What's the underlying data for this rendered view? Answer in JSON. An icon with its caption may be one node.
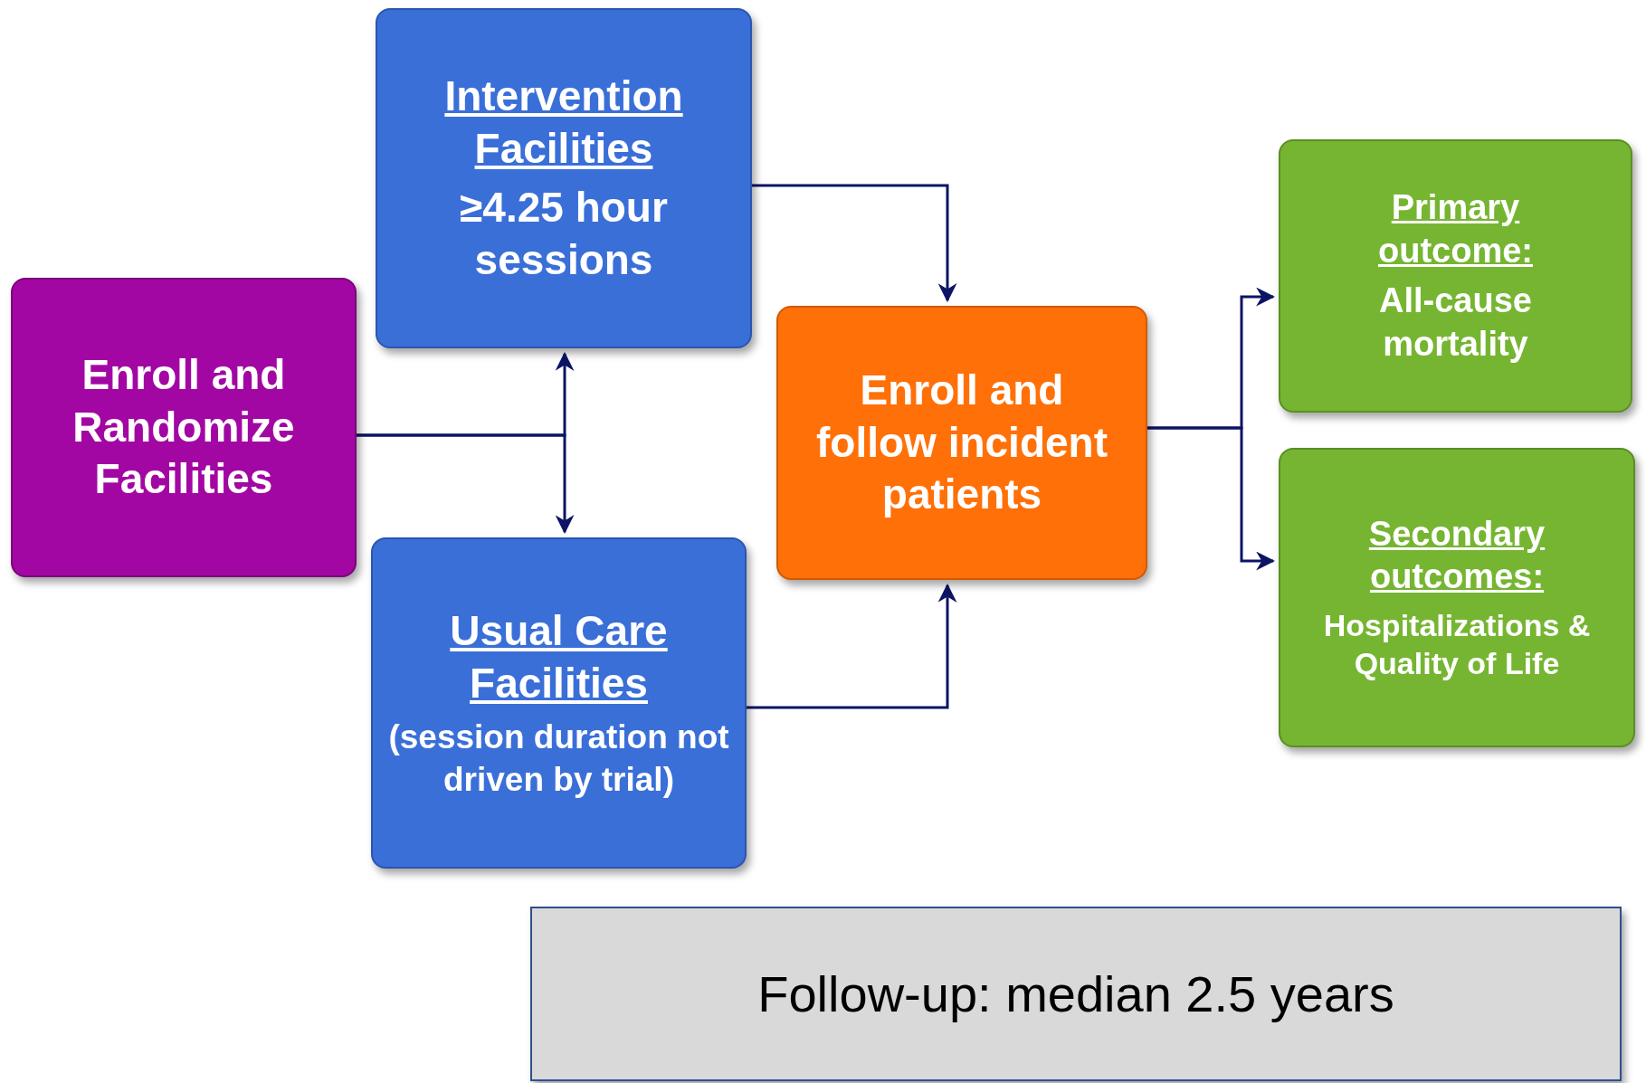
{
  "diagram": {
    "nodes": [
      {
        "text": [
          "Enroll and Randomize Facilities"
        ]
      },
      {
        "text": [
          "Intervention Facilities",
          "≥4.25 hour sessions"
        ]
      },
      {
        "text": [
          "Usual Care Facilities",
          "(session duration not driven by trial)"
        ]
      },
      {
        "text": [
          "Enroll and follow incident patients"
        ]
      },
      {
        "text": [
          "Primary outcome:",
          "All-cause mortality"
        ]
      },
      {
        "text": [
          "Secondary outcomes:",
          "Hospitalizations & Quality of Life"
        ]
      },
      {
        "text": [
          "Follow-up: median 2.5 years"
        ]
      }
    ],
    "edges": [
      {
        "from": 0,
        "to": 1,
        "arrow": "to"
      },
      {
        "from": 0,
        "to": 2,
        "arrow": "to"
      },
      {
        "from": 1,
        "to": 3,
        "arrow": "to"
      },
      {
        "from": 2,
        "to": 3,
        "arrow": "to"
      },
      {
        "from": 3,
        "to": 4,
        "arrow": "to"
      },
      {
        "from": 3,
        "to": 5,
        "arrow": "to"
      }
    ]
  }
}
